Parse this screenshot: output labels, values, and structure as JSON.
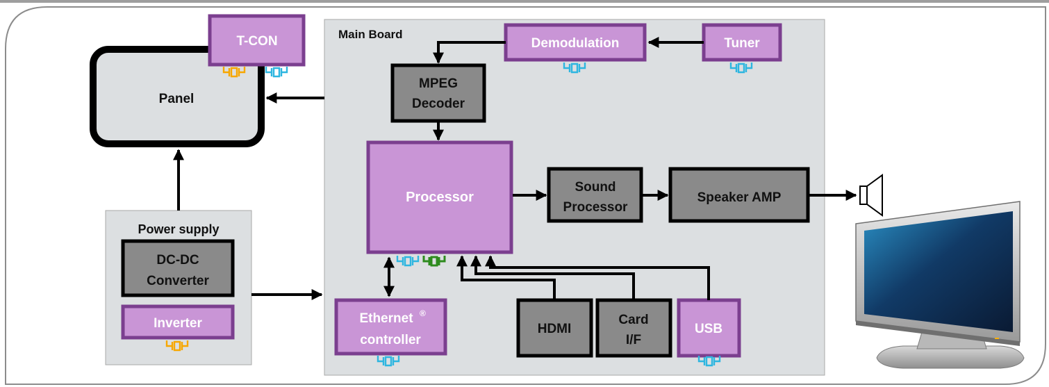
{
  "colors": {
    "frame_border": "#888888",
    "board_fill": "#dcdfe1",
    "purple_fill": "#c995d6",
    "purple_border": "#7b3f8f",
    "gray_fill": "#8a8a8a",
    "panel_fill": "#dcdfe1",
    "crystal_blue": "#2eb6e0",
    "crystal_orange": "#f7a700",
    "crystal_green": "#2e8b1e",
    "arrow": "#000000"
  },
  "diagram": {
    "main_board_label": "Main Board",
    "panel_label": "Panel",
    "tcon_label": "T-CON",
    "power_supply_label": "Power supply",
    "dcdc_line1": "DC-DC",
    "dcdc_line2": "Converter",
    "inverter_label": "Inverter",
    "demodulation_label": "Demodulation",
    "tuner_label": "Tuner",
    "mpeg_line1": "MPEG",
    "mpeg_line2": "Decoder",
    "processor_label": "Processor",
    "sound_line1": "Sound",
    "sound_line2": "Processor",
    "speaker_amp_label": "Speaker AMP",
    "ethernet_line1": "Ethernet",
    "ethernet_reg": "®",
    "ethernet_line2": "controller",
    "hdmi_label": "HDMI",
    "card_line1": "Card",
    "card_line2": "I/F",
    "usb_label": "USB"
  },
  "icons": [
    "crystal-oscillator-icon",
    "speaker-icon",
    "television-icon"
  ]
}
